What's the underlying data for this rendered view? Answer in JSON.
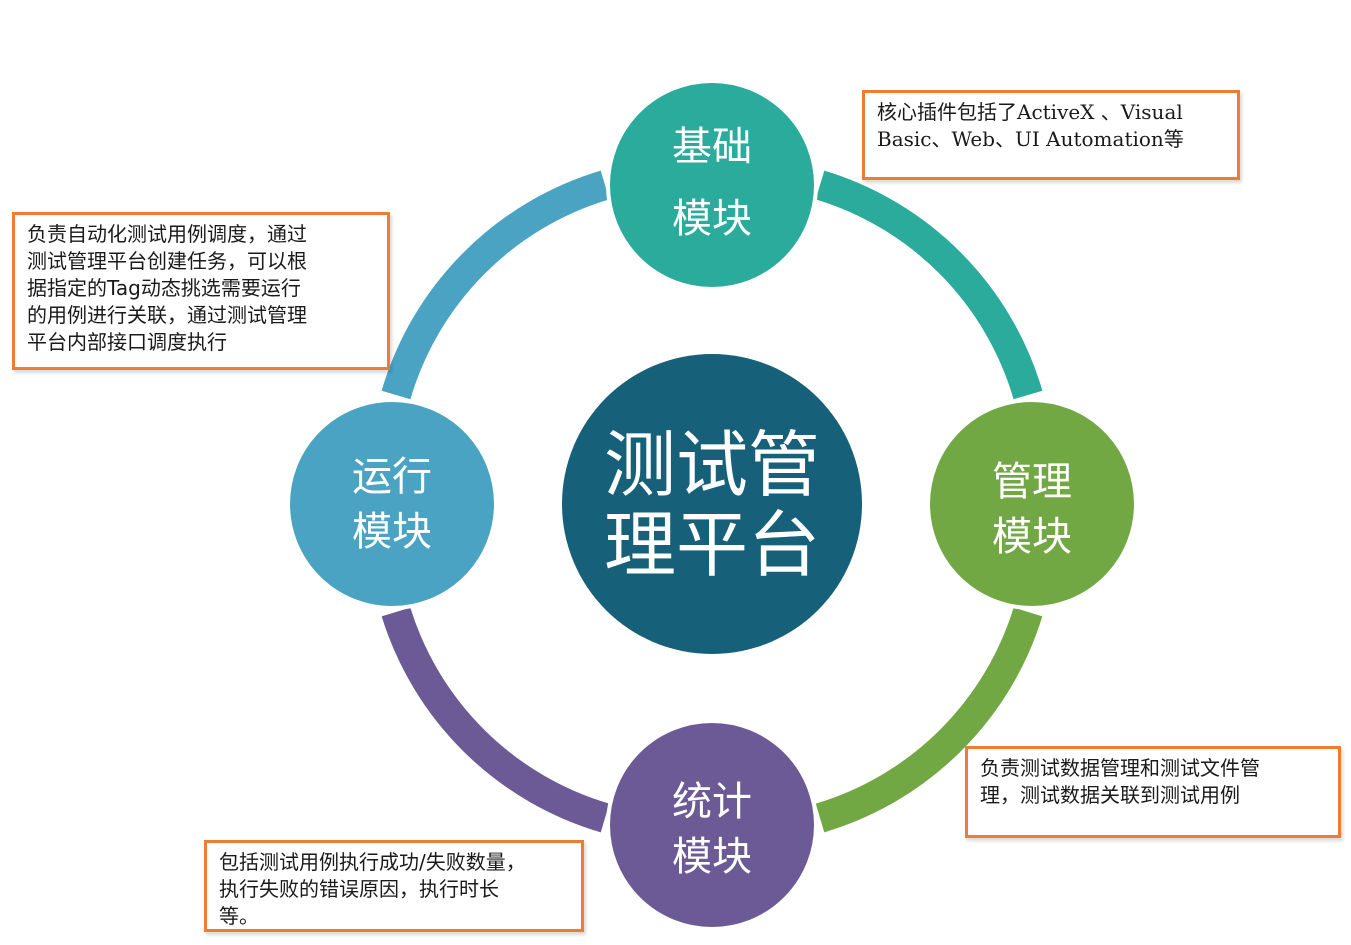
{
  "center": {
    "line1": "测试管",
    "line2": "理平台",
    "color": "#17607a"
  },
  "modules": {
    "basic": {
      "line1": "基础",
      "line2": "模块",
      "color": "#2aab9c"
    },
    "management": {
      "line1": "管理",
      "line2": "模块",
      "color": "#72a843"
    },
    "statistics": {
      "line1": "统计",
      "line2": "模块",
      "color": "#6b5a96"
    },
    "run": {
      "line1": "运行",
      "line2": "模块",
      "color": "#4aa3c2"
    }
  },
  "notes": {
    "basic": "核心插件包括了ActiveX 、Visual\nBasic、Web、UI Automation等",
    "run": "负责自动化测试用例调度，通过\n测试管理平台创建任务，可以根\n据指定的Tag动态挑选需要运行\n的用例进行关联，通过测试管理\n平台内部接口调度执行",
    "management": "负责测试数据管理和测试文件管\n理，测试数据关联到测试用例",
    "statistics": "包括测试用例执行成功/失败数量，\n执行失败的错误原因，执行时长\n等。"
  },
  "note_border_color": "#ed7d31"
}
